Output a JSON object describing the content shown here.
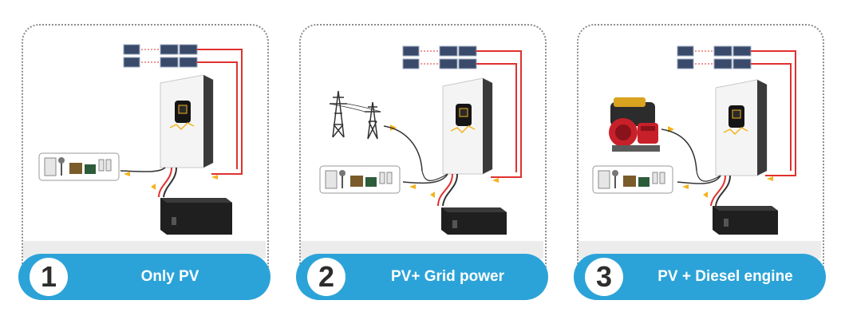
{
  "panels": [
    {
      "number": "1",
      "label": "Only PV"
    },
    {
      "number": "2",
      "label": "PV+ Grid power"
    },
    {
      "number": "3",
      "label": "PV + Diesel engine"
    }
  ],
  "colors": {
    "accent_blue": "#2ba3d8",
    "wire_red": "#e0312f",
    "flow_arrow": "#f5b21c",
    "inverter_white": "#f4f4f4",
    "battery_black": "#1f1f1f"
  },
  "icons": [
    "solar-panel-icon",
    "inverter-icon",
    "battery-icon",
    "household-loads-icon",
    "power-tower-icon",
    "diesel-generator-icon"
  ]
}
